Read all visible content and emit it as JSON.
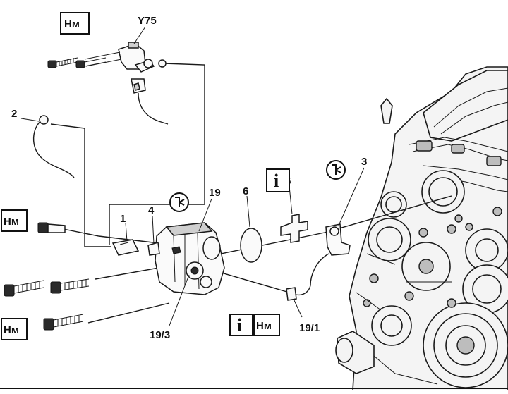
{
  "labels": {
    "y75": "Y75",
    "n2": "2",
    "n1": "1",
    "n4": "4",
    "n19": "19",
    "n6": "6",
    "n5": "5",
    "n3": "3",
    "n19_3": "19/3",
    "n19_1": "19/1"
  },
  "badges": {
    "torque": "Нм",
    "info": "i"
  },
  "icons": [
    "torque-badge",
    "info-badge",
    "replace-symbol",
    "bolt",
    "solenoid-valve",
    "water-pump",
    "o-ring",
    "clip",
    "sensor",
    "engine-block"
  ]
}
